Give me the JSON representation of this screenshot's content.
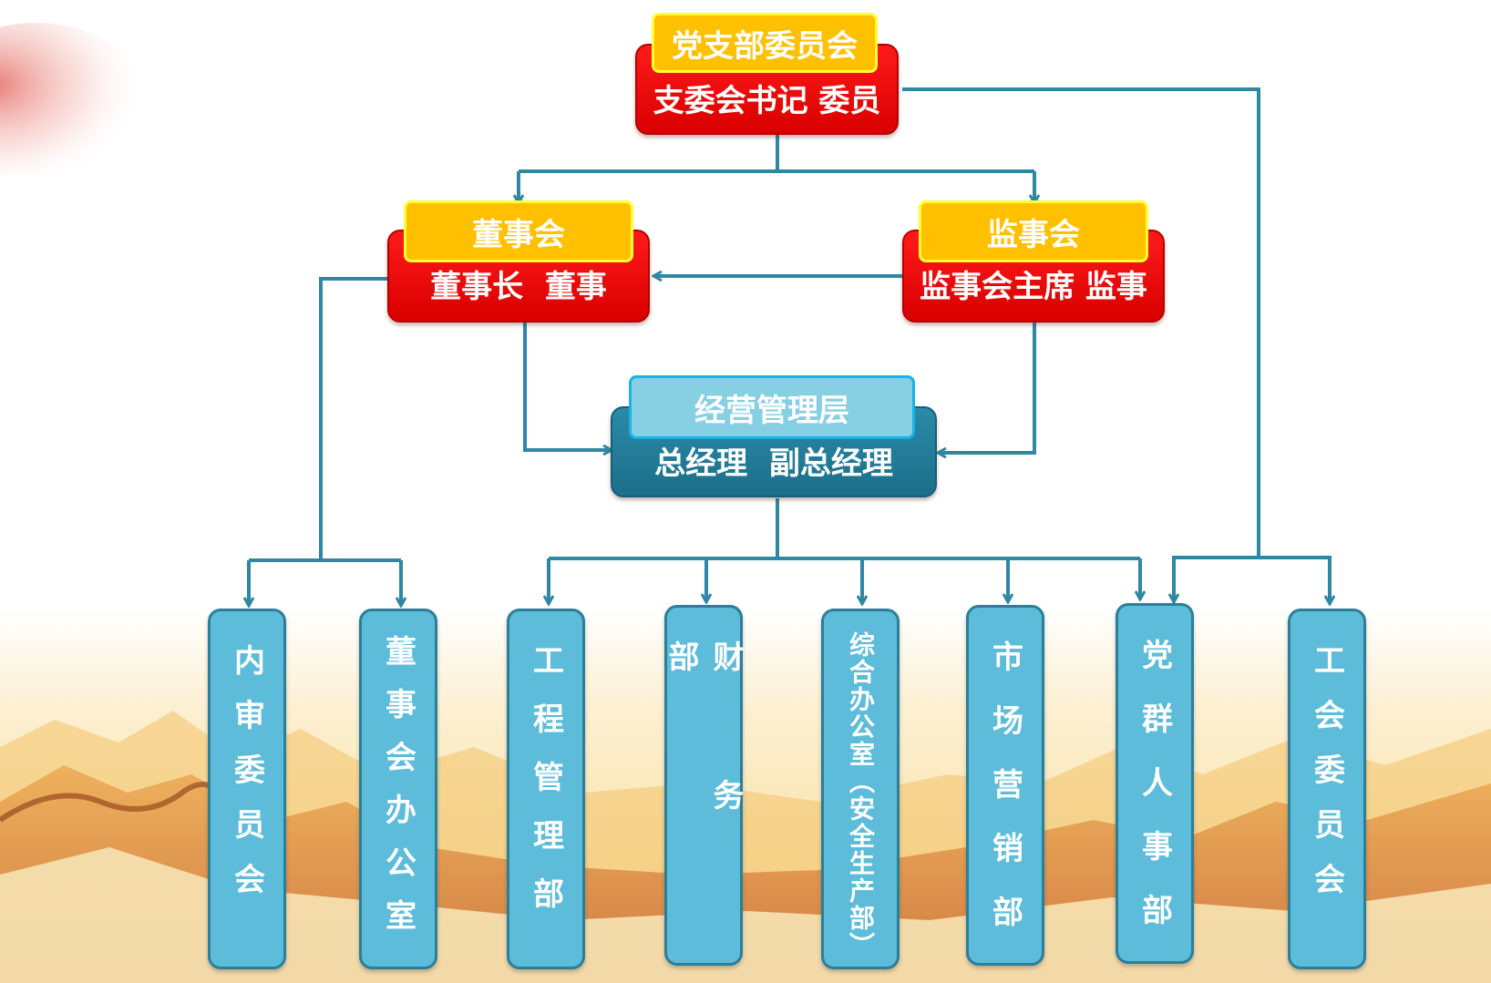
{
  "top": {
    "title": "党支部委员会",
    "members": "支委会书记 委员"
  },
  "board": {
    "title": "董事会",
    "members": "董事长  董事"
  },
  "supervisors": {
    "title": "监事会",
    "members": "监事会主席 监事"
  },
  "management": {
    "title": "经营管理层",
    "members": "总经理  副总经理"
  },
  "departments": [
    {
      "label": "内审委员会"
    },
    {
      "label": "董事会办公室"
    },
    {
      "label": "工程管理部"
    },
    {
      "label": "财务部"
    },
    {
      "label": "综合办公室（安全生产部）"
    },
    {
      "label": "市场营销部"
    },
    {
      "label": "党群人事部"
    },
    {
      "label": "工会委员会"
    }
  ],
  "colors": {
    "connector": "#2e87a3",
    "red_box": "#ff0000",
    "gold_header": "#ffc000",
    "dark_teal_box": "#1f7a96",
    "light_blue_header": "#87cfe2",
    "department_box": "#5cbcd9"
  }
}
